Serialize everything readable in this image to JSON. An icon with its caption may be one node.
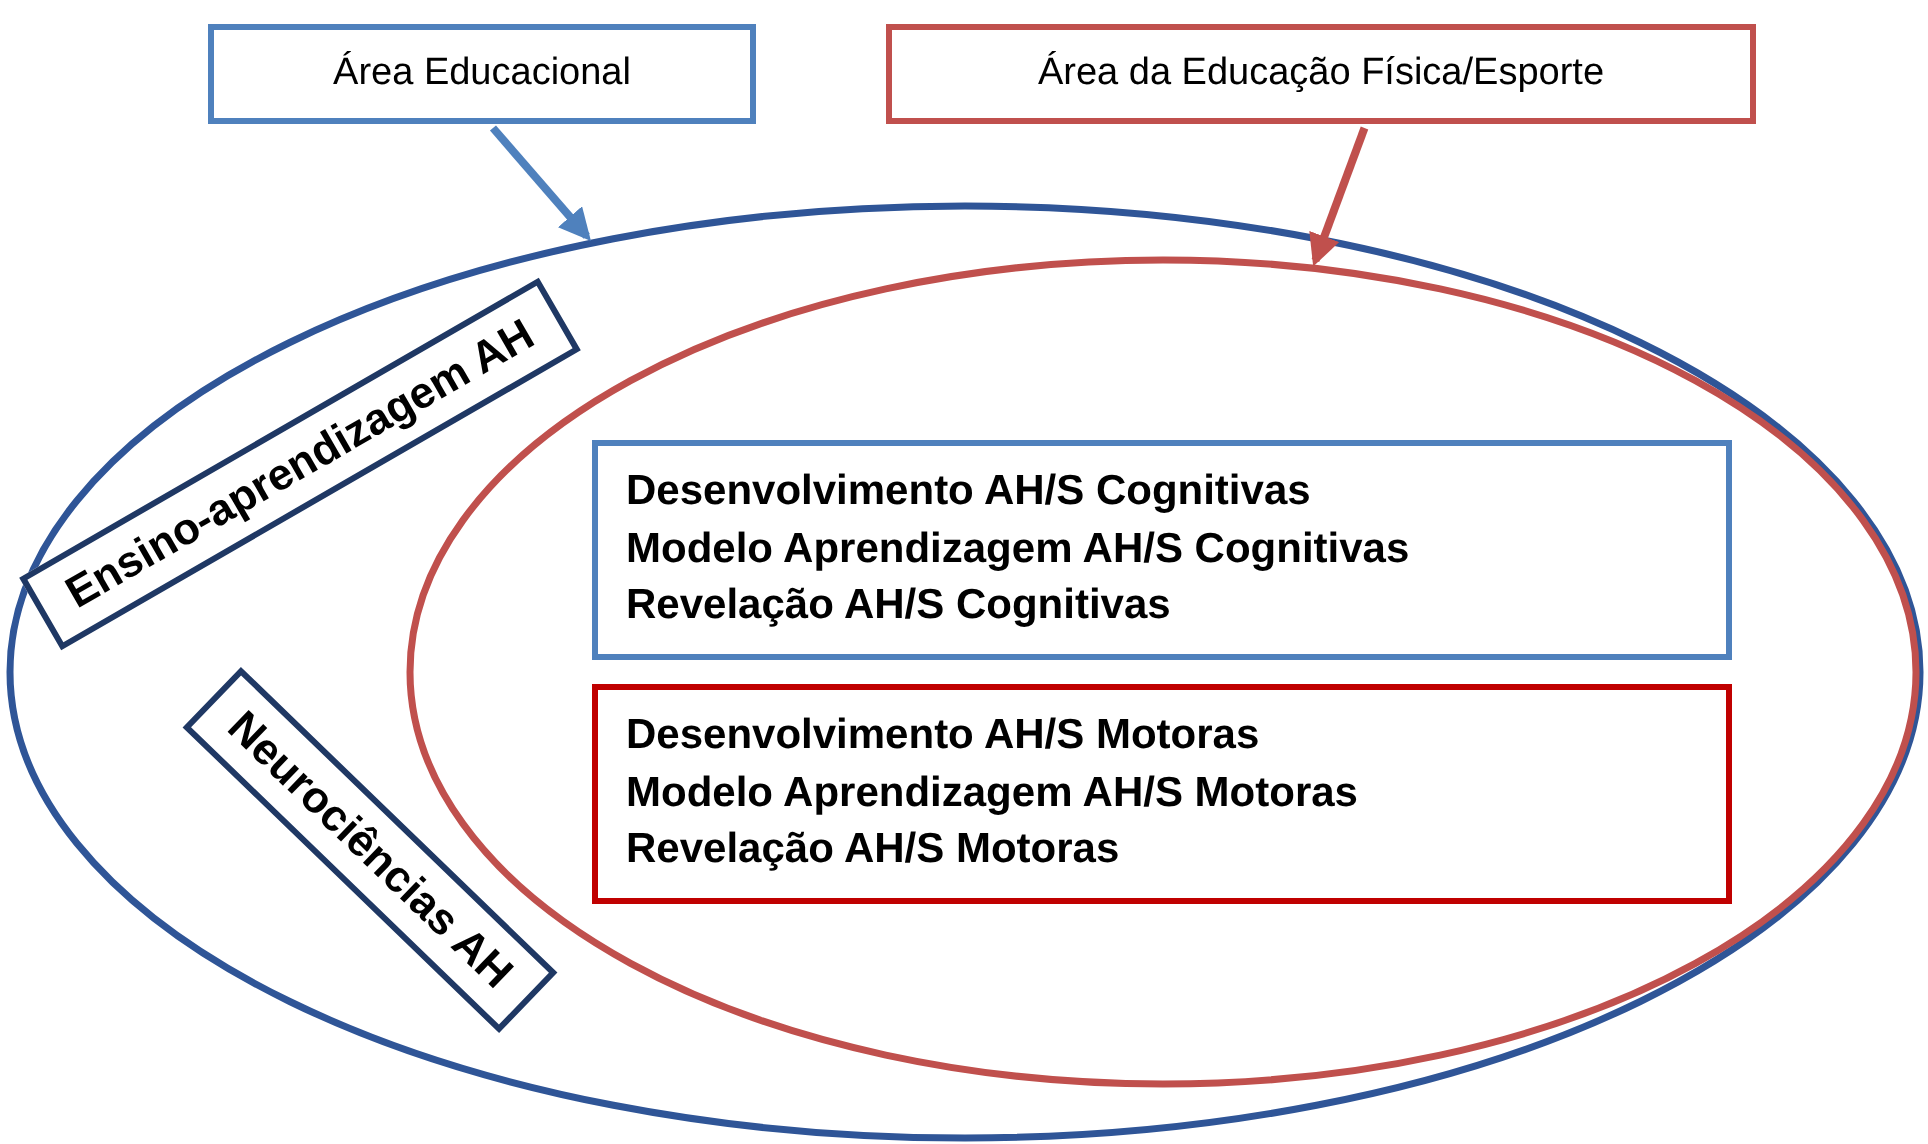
{
  "diagram": {
    "nodes": [
      {
        "text": [
          "Área Educacional"
        ]
      },
      {
        "text": [
          "Área da Educação Física/Esporte"
        ]
      },
      {
        "text": [],
        "shape": "ellipse"
      },
      {
        "text": [],
        "shape": "ellipse",
        "in": 2
      },
      {
        "text": [
          "Ensino-aprendizagem AH"
        ],
        "in": 2
      },
      {
        "text": [
          "Neurociências AH"
        ],
        "in": 2
      },
      {
        "text": [
          "Desenvolvimento AH/S Cognitivas",
          "Modelo Aprendizagem AH/S Cognitivas",
          "Revelação AH/S Cognitivas"
        ],
        "in": 3
      },
      {
        "text": [
          "Desenvolvimento AH/S Motoras",
          "Modelo Aprendizagem AH/S Motoras",
          "Revelação AH/S Motoras"
        ],
        "in": 3
      }
    ],
    "edges": [
      {
        "from": 0,
        "to": 2,
        "arrow": "to",
        "color": "#4f81bd"
      },
      {
        "from": 1,
        "to": 3,
        "arrow": "to",
        "color": "#c0504d"
      }
    ]
  }
}
